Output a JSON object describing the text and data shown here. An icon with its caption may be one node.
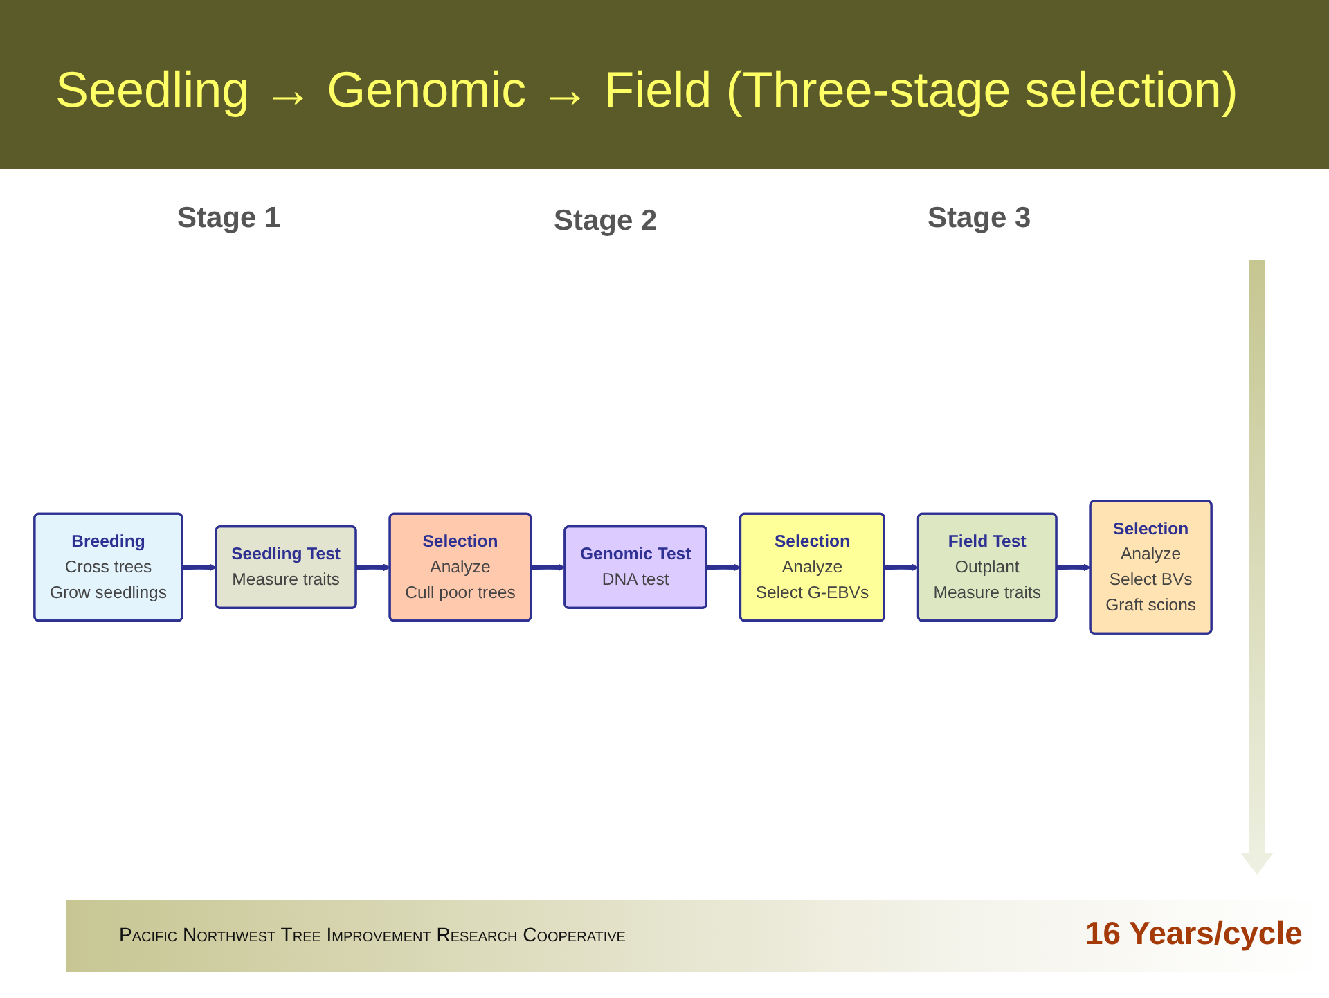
{
  "diagram": {
    "title": "Seedling → Genomic → Field (Three-stage selection)",
    "nodes": [
      {
        "text": [
          "Breeding",
          "Cross trees",
          "Grow seedlings"
        ]
      },
      {
        "text": [
          "Seedling Test",
          "Measure traits"
        ]
      },
      {
        "text": [
          "Selection",
          "Analyze",
          "Cull poor trees"
        ]
      },
      {
        "text": [
          "Genomic Test",
          "DNA test"
        ]
      },
      {
        "text": [
          "Selection",
          "Analyze",
          "Select G-EBVs"
        ]
      },
      {
        "text": [
          "Field Test",
          "Outplant",
          "Measure traits"
        ]
      },
      {
        "text": [
          "Selection",
          "Analyze",
          "Select BVs",
          "Graft scions"
        ]
      }
    ],
    "edges": [
      {
        "from": 0,
        "to": 1,
        "arrow": "to"
      },
      {
        "from": 1,
        "to": 2,
        "arrow": "to"
      },
      {
        "from": 2,
        "to": 3,
        "arrow": "to"
      },
      {
        "from": 3,
        "to": 4,
        "arrow": "to"
      },
      {
        "from": 4,
        "to": 5,
        "arrow": "to"
      },
      {
        "from": 5,
        "to": 6,
        "arrow": "to"
      }
    ],
    "labels": [
      "Stage 1",
      "Stage 2",
      "Stage 3",
      "Pacific Northwest Tree Improvement Research Cooperative",
      "16 Years/cycle"
    ]
  }
}
